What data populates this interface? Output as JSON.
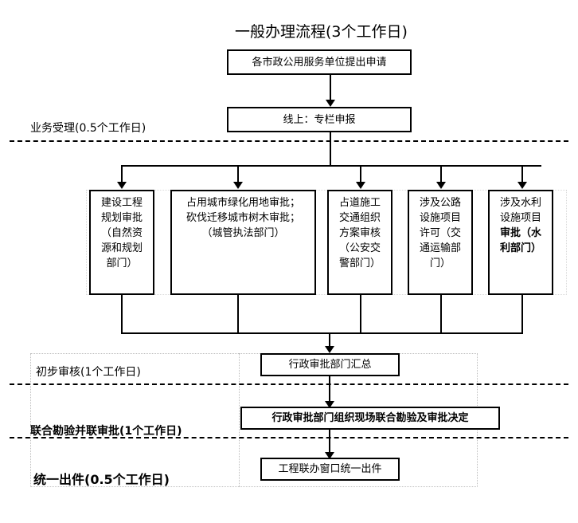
{
  "diagram": {
    "title": "一般办理流程(3个工作日)",
    "stages": [
      {
        "id": "acceptance",
        "label": "业务受理(0.5个工作日)",
        "bold": false
      },
      {
        "id": "preliminary-review",
        "label": "初步审核(1个工作日)",
        "bold": false
      },
      {
        "id": "joint-survey",
        "label": "联合勘验并联审批(1个工作日)",
        "bold": true
      },
      {
        "id": "unified-issuance",
        "label": "统一出件(0.5个工作日)",
        "bold": true
      }
    ],
    "nodes": {
      "apply": "各市政公用服务单位提出申请",
      "online": "线上：专栏申报",
      "summary": "行政审批部门汇总",
      "joint_decision": "行政审批部门组织现场联合勘验及审批决定",
      "issue": "工程联办窗口统一出件"
    },
    "branches": [
      {
        "id": "planning",
        "lines": [
          "建设工程",
          "规划审批",
          "（自然资",
          "源和规划",
          "部门）"
        ],
        "bold": false
      },
      {
        "id": "greening",
        "lines": [
          "占用城市绿化用地审批；",
          "砍伐迁移城市树木审批；",
          "（城管执法部门）"
        ],
        "bold": false
      },
      {
        "id": "road-traffic",
        "lines": [
          "占道施工",
          "交通组织",
          "方案审核",
          "（公安交",
          "警部门）"
        ],
        "bold": false
      },
      {
        "id": "highway",
        "lines": [
          "涉及公路",
          "设施项目",
          "许可（交",
          "通运输部",
          "门）"
        ],
        "bold": false
      },
      {
        "id": "water",
        "lines": [
          "涉及水利",
          "设施项目",
          "审批（水",
          "利部门）"
        ],
        "bold": true
      }
    ],
    "colors": {
      "stroke": "#000000",
      "background": "#ffffff",
      "guide": "#bdbdbd"
    }
  }
}
